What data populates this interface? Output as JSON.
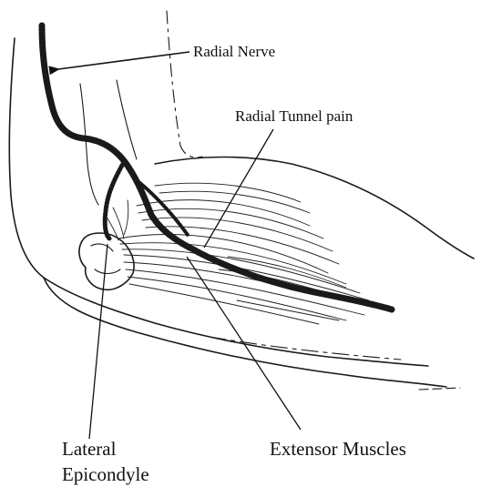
{
  "labels": {
    "radial_nerve": "Radial Nerve",
    "radial_tunnel_pain": "Radial Tunnel pain",
    "lateral": "Lateral",
    "epicondyle": "Epicondyle",
    "extensor_muscles": "Extensor Muscles"
  },
  "colors": {
    "background": "#ffffff",
    "ink": "#1a1a1a",
    "nerve": "#3a3a3a"
  }
}
